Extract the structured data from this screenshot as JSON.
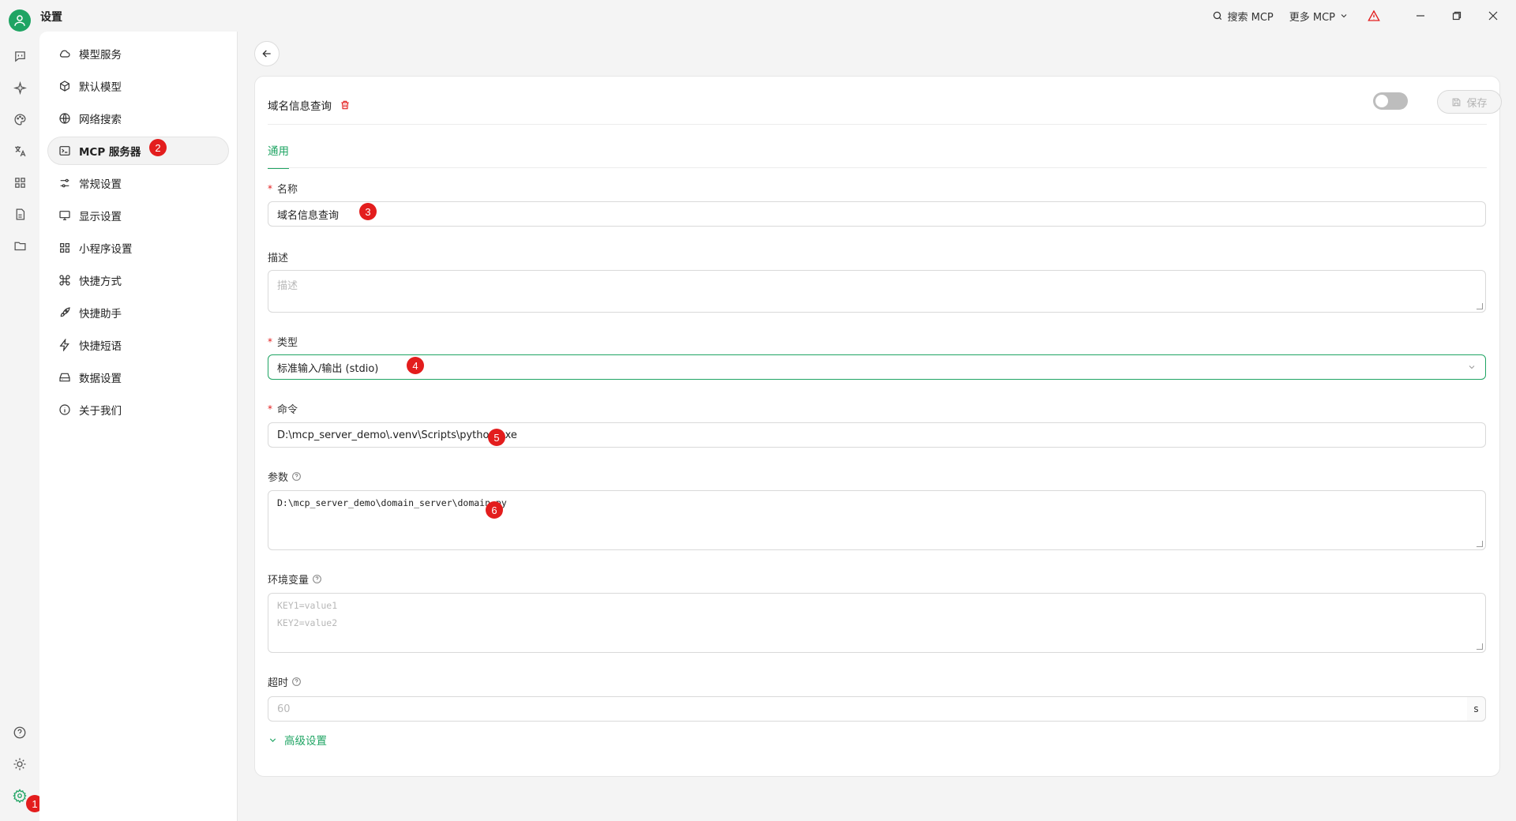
{
  "app": {
    "title": "设置"
  },
  "titlebar": {
    "search_mcp": "搜索 MCP",
    "more_mcp": "更多 MCP"
  },
  "sidebar": {
    "items": [
      {
        "label": "模型服务",
        "icon": "cloud-icon"
      },
      {
        "label": "默认模型",
        "icon": "cube-icon"
      },
      {
        "label": "网络搜索",
        "icon": "globe-icon"
      },
      {
        "label": "MCP 服务器",
        "icon": "terminal-icon",
        "active": true
      },
      {
        "label": "常规设置",
        "icon": "sliders-icon"
      },
      {
        "label": "显示设置",
        "icon": "monitor-icon"
      },
      {
        "label": "小程序设置",
        "icon": "grid-icon"
      },
      {
        "label": "快捷方式",
        "icon": "command-icon"
      },
      {
        "label": "快捷助手",
        "icon": "rocket-icon"
      },
      {
        "label": "快捷短语",
        "icon": "zap-icon"
      },
      {
        "label": "数据设置",
        "icon": "hard-drive-icon"
      },
      {
        "label": "关于我们",
        "icon": "info-icon"
      }
    ]
  },
  "badges": [
    "1",
    "2",
    "3",
    "4",
    "5",
    "6"
  ],
  "server": {
    "name": "域名信息查询",
    "save_label": "保存",
    "tab_general": "通用",
    "fields": {
      "name_label": "名称",
      "name_value": "域名信息查询",
      "desc_label": "描述",
      "desc_placeholder": "描述",
      "type_label": "类型",
      "type_value": "标准输入/输出 (stdio)",
      "command_label": "命令",
      "command_value": "D:\\mcp_server_demo\\.venv\\Scripts\\python.exe",
      "args_label": "参数",
      "args_value": "D:\\mcp_server_demo\\domain_server\\domain.py",
      "env_label": "环境变量",
      "env_placeholder_1": "KEY1=value1",
      "env_placeholder_2": "KEY2=value2",
      "timeout_label": "超时",
      "timeout_placeholder": "60",
      "timeout_unit": "s"
    },
    "advanced_label": "高级设置"
  },
  "colors": {
    "accent": "#1fa463",
    "badge": "#e31d1d",
    "warning": "#e31d1d"
  }
}
